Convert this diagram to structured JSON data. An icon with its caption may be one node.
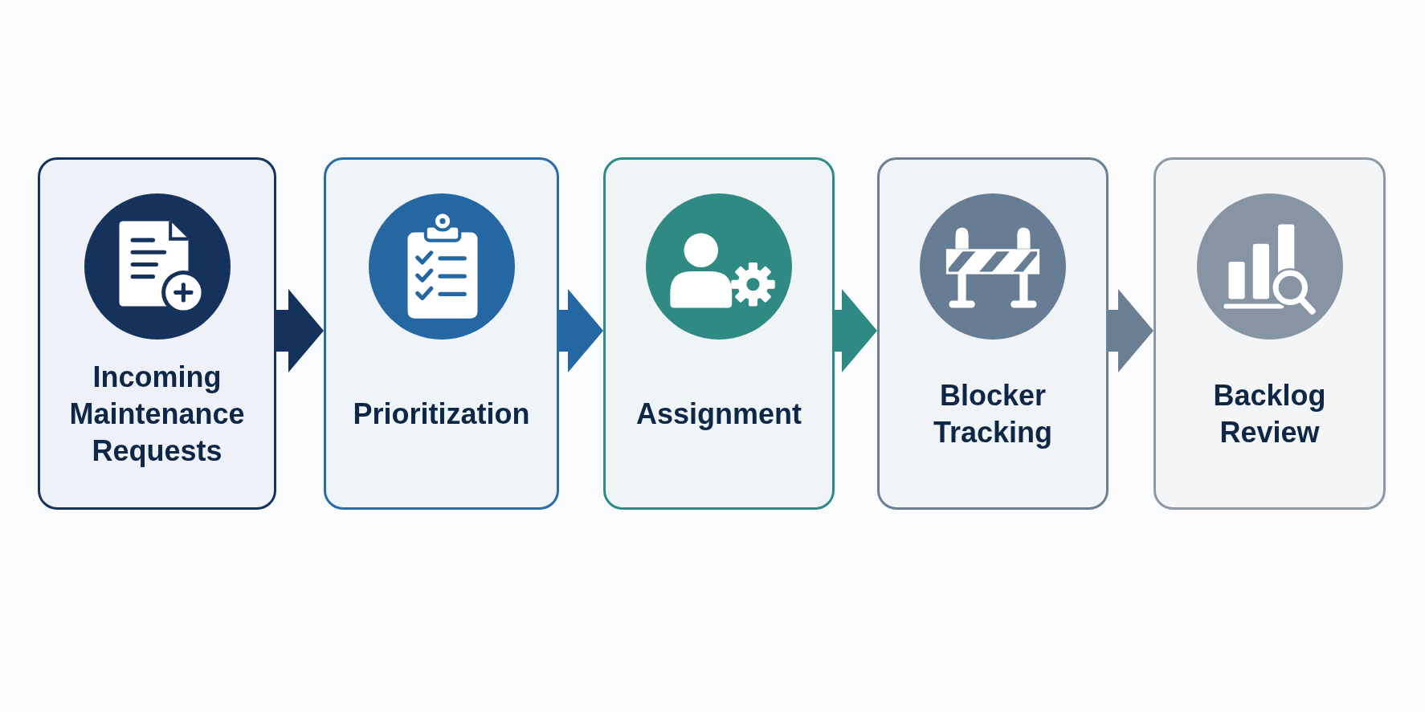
{
  "diagram": {
    "nodes": [
      {
        "text": [
          "Incoming Maintenance Requests"
        ]
      },
      {
        "text": [
          "Prioritization"
        ]
      },
      {
        "text": [
          "Assignment"
        ]
      },
      {
        "text": [
          "Blocker Tracking"
        ]
      },
      {
        "text": [
          "Backlog Review"
        ]
      }
    ],
    "edges": [
      {
        "from": 0,
        "to": 1,
        "arrow": "to",
        "color": "#15325d"
      },
      {
        "from": 1,
        "to": 2,
        "arrow": "to",
        "color": "#2467a3"
      },
      {
        "from": 2,
        "to": 3,
        "arrow": "to",
        "color": "#2e8985"
      },
      {
        "from": 3,
        "to": 4,
        "arrow": "to",
        "color": "#6b7f93"
      }
    ]
  }
}
